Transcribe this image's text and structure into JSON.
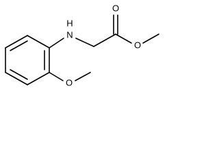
{
  "molecule": {
    "atoms": {
      "nitrogen": "H\nN",
      "nitrogen_letter": "N",
      "nitrogen_h": "H",
      "carbonyl_oxygen": "O",
      "ester_oxygen": "O",
      "ether_oxygen": "O"
    }
  },
  "colors": {
    "bond": "#000000",
    "label": "#000000",
    "background": "#ffffff"
  }
}
